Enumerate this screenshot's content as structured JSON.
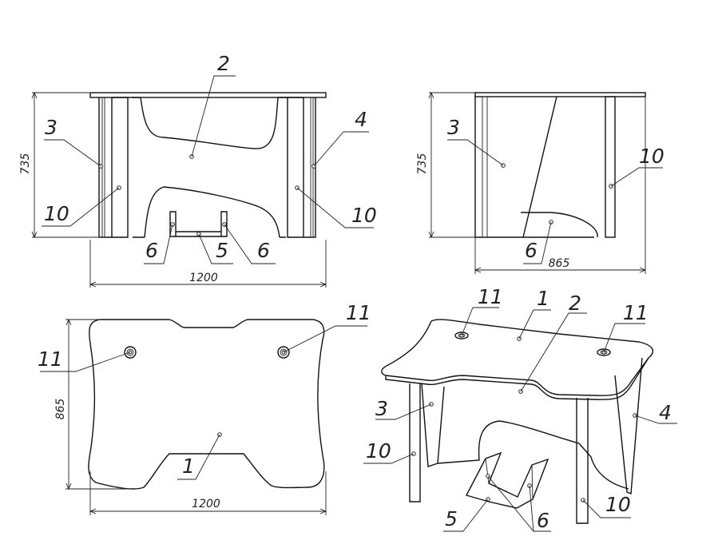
{
  "views": {
    "front": {
      "height_dim": "735",
      "width_dim": "1200",
      "callouts": {
        "top_center": "2",
        "left_upper": "3",
        "right_upper": "4",
        "left_lower": "10",
        "right_lower": "10",
        "bottom_left": "6",
        "bottom_center": "5",
        "bottom_right": "6"
      }
    },
    "side": {
      "height_dim": "735",
      "depth_dim": "865",
      "callouts": {
        "left": "3",
        "right": "10",
        "bottom": "6"
      }
    },
    "top": {
      "depth_dim": "865",
      "width_dim": "1200",
      "callouts": {
        "left_grommet": "11",
        "right_grommet": "11",
        "center": "1"
      }
    },
    "iso": {
      "callouts": {
        "top_left_grommet": "11",
        "top_surface": "1",
        "top_mid": "2",
        "top_right_grommet": "11",
        "left_panel": "3",
        "right_panel": "4",
        "left_leg": "10",
        "right_leg": "10",
        "footrest": "5",
        "footrest_side": "6"
      }
    }
  }
}
